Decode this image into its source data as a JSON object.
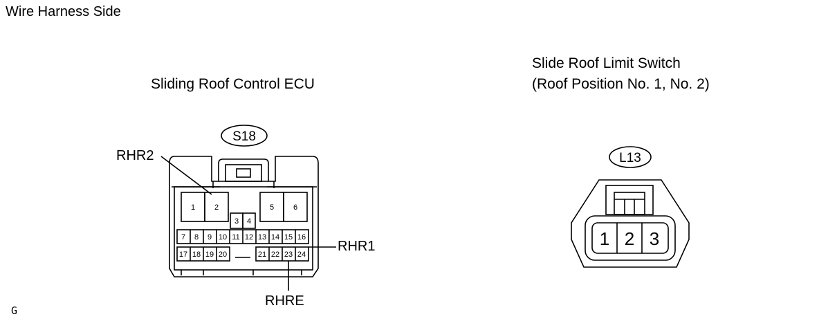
{
  "header": {
    "title": "Wire Harness Side"
  },
  "ecu": {
    "name": "Sliding Roof Control ECU",
    "connector_code": "S18",
    "pins": [
      "1",
      "2",
      "3",
      "4",
      "5",
      "6",
      "7",
      "8",
      "9",
      "10",
      "11",
      "12",
      "13",
      "14",
      "15",
      "16",
      "17",
      "18",
      "19",
      "20",
      "21",
      "22",
      "23",
      "24"
    ],
    "callouts": {
      "rhr2": "RHR2",
      "rhr1": "RHR1",
      "rhre": "RHRE"
    }
  },
  "limit_switch": {
    "name_line1": "Slide Roof Limit Switch",
    "name_line2": "(Roof Position No. 1, No. 2)",
    "connector_code": "L13",
    "pins": [
      "1",
      "2",
      "3"
    ]
  },
  "footer": {
    "code": "G"
  }
}
